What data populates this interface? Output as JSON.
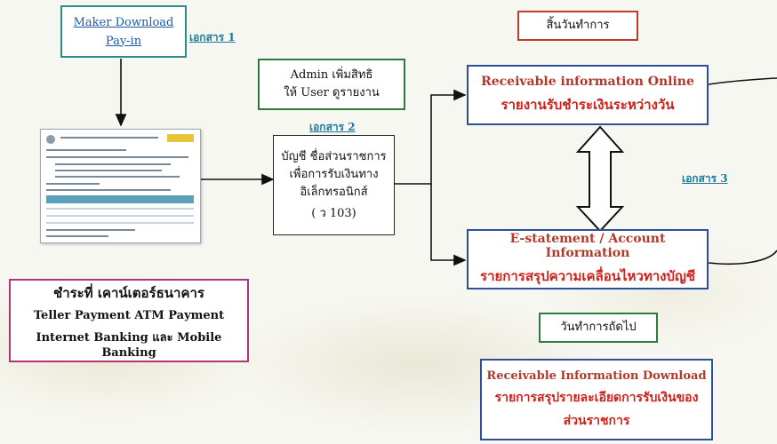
{
  "maker_box": {
    "line1": "Maker Download",
    "line2": "Pay-in"
  },
  "doc1_label": "เอกสาร 1",
  "admin_box": {
    "line1": "Admin เพิ่มสิทธิ",
    "line2": "ให้ User ดูรายงาน"
  },
  "doc2_label": "เอกสาร 2",
  "account_box": {
    "line1": "บัญชี ชื่อส่วนราชการ",
    "line2": "เพื่อการรับเงินทาง",
    "line3": "อิเล็กทรอนิกส์",
    "line4": "( ว 103)"
  },
  "end_of_day": "สิ้นวันทำการ",
  "online_box": {
    "title": "Receivable information Online",
    "subtitle": "รายงานรับชำระเงินระหว่างวัน"
  },
  "doc3_label": "เอกสาร 3",
  "estatement_box": {
    "title": "E-statement / Account Information",
    "subtitle": "รายการสรุปความเคลื่อนไหวทางบัญชี"
  },
  "counter_box": {
    "line1": "ชำระที่ เคาน์เตอร์ธนาคาร",
    "line2": "Teller Payment ATM Payment",
    "line3": "Internet Banking และ Mobile Banking"
  },
  "next_day": "วันทำการถัดไป",
  "download_box": {
    "title": "Receivable Information Download",
    "line1": "รายการสรุปรายละเอียดการรับเงินของ",
    "line2": "ส่วนราชการ"
  },
  "colors": {
    "teal": "#2e8a86",
    "blue": "#2d4f9a",
    "red": "#c0392b",
    "pink": "#b0347a",
    "green": "#2f7a3a"
  }
}
